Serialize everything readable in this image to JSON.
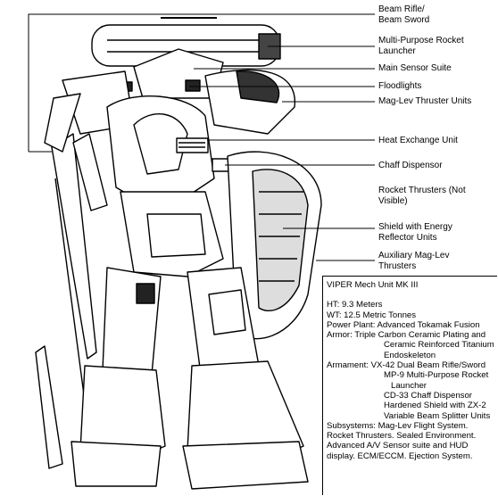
{
  "callouts": [
    {
      "id": "beam-rifle",
      "text": "Beam Rifle/\nBeam Sword"
    },
    {
      "id": "rocket-launcher",
      "text": "Multi-Purpose Rocket\nLauncher"
    },
    {
      "id": "main-sensor",
      "text": "Main Sensor Suite"
    },
    {
      "id": "floodlights",
      "text": "Floodlights"
    },
    {
      "id": "maglev-thrusters",
      "text": "Mag-Lev Thruster Units"
    },
    {
      "id": "heat-exchange",
      "text": "Heat Exchange Unit"
    },
    {
      "id": "chaff",
      "text": "Chaff Dispensor"
    },
    {
      "id": "rocket-thrusters",
      "text": "Rocket Thrusters (Not\nVisible)"
    },
    {
      "id": "shield",
      "text": "Shield with Energy\nReflector Units"
    },
    {
      "id": "aux-maglev",
      "text": "Auxiliary Mag-Lev\nThrusters"
    }
  ],
  "specs": {
    "title": "VIPER Mech Unit MK III",
    "ht": "HT: 9.3 Meters",
    "wt": "WT: 12.5 Metric Tonnes",
    "power": "Power Plant: Advanced Tokamak Fusion",
    "armor_1": "Armor: Triple Carbon Ceramic Plating and",
    "armor_2": "Ceramic Reinforced Titanium",
    "armor_3": "Endoskeleton",
    "arm_1": "Armament: VX-42  Dual Beam Rifle/Sword",
    "arm_2": "MP-9 Multi-Purpose Rocket",
    "arm_3": "Launcher",
    "arm_4": "CD-33 Chaff Dispensor",
    "arm_5": "Hardened Shield with ZX-2",
    "arm_6": "Variable Beam Splitter Units",
    "sub_1": "Subsystems: Mag-Lev Flight System.",
    "sub_2": "Rocket Thrusters. Sealed Environment.",
    "sub_3": "Advanced A/V Sensor suite and HUD",
    "sub_4": "display. ECM/ECCM. Ejection System."
  }
}
